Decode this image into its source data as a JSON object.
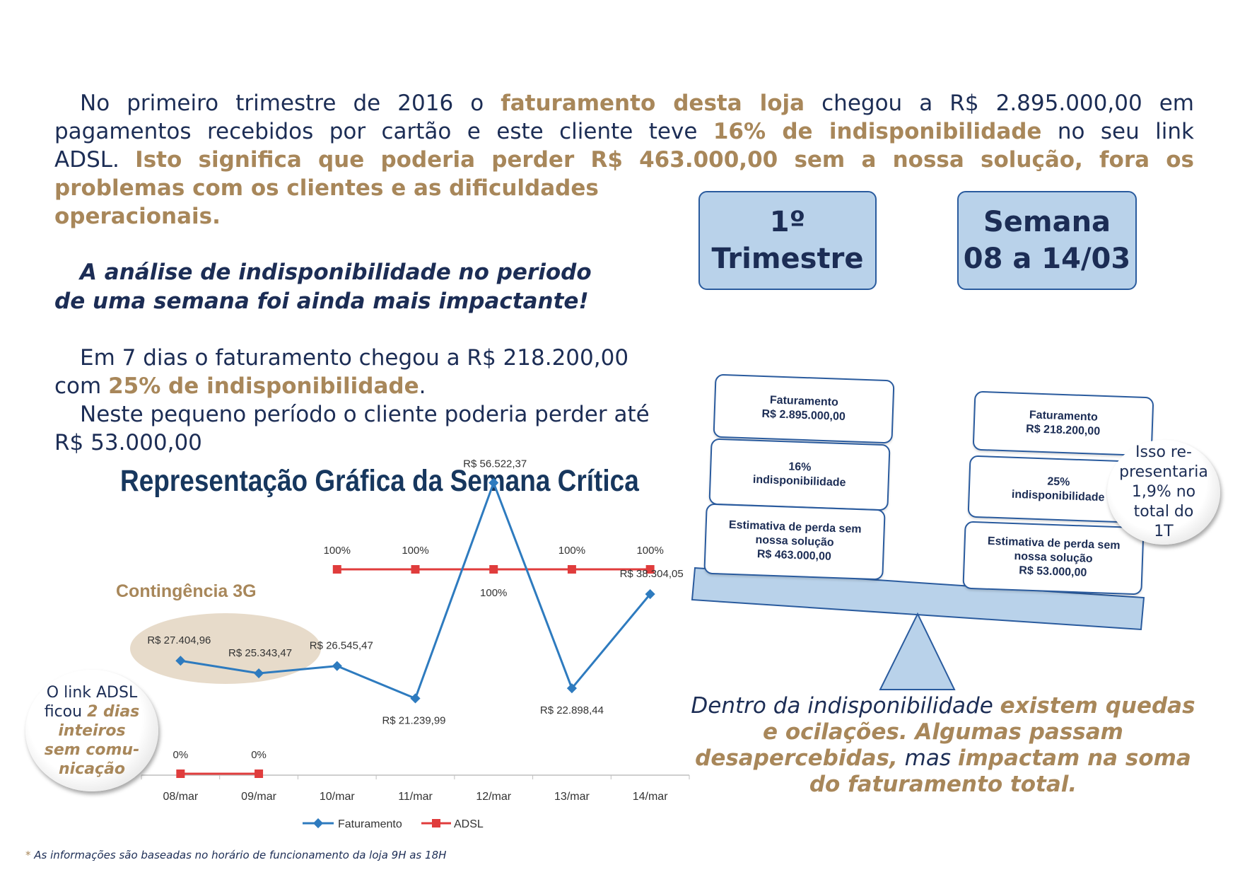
{
  "intro": {
    "l1a": "No primeiro trimestre de 2016 o ",
    "l1b": "faturamento desta loja",
    "l1c": " chegou a R$ 2.895.000,00 em",
    "l2a": "pagamentos recebidos por cartão e este cliente teve ",
    "l2b": "16% de indisponibilidade",
    "l2c": " no seu link",
    "l3a": "ADSL. ",
    "l3b": "Isto significa que poderia perder R$ 463.000,00 sem a nossa solução, fora os",
    "l4": "problemas com os clientes e as dificuldades",
    "l5": "operacionais."
  },
  "analysis": {
    "l1": "A análise de indisponibilidade no periodo",
    "l2": "de uma semana foi ainda mais impactante!"
  },
  "week": {
    "l1": "Em 7 dias o faturamento chegou a R$ 218.200,00",
    "l2a": "com ",
    "l2b": "25% de indisponibilidade",
    "l2c": ".",
    "l3": "Neste pequeno período o cliente poderia perder até",
    "l4": "R$ 53.000,00"
  },
  "boxes": {
    "trimestre": [
      "1º",
      "Trimestre"
    ],
    "semana": [
      "Semana",
      "08 a 14/03"
    ]
  },
  "scale": {
    "left": [
      [
        "Faturamento",
        "R$ 2.895.000,00"
      ],
      [
        "16%",
        "indisponibilidade"
      ],
      [
        "Estimativa  de perda sem",
        "nossa solução",
        "R$ 463.000,00"
      ]
    ],
    "right": [
      [
        "Faturamento",
        "R$ 218.200,00"
      ],
      [
        "25%",
        "indisponibilidade"
      ],
      [
        "Estimativa  de perda sem",
        "nossa solução",
        "R$ 53.000,00"
      ]
    ]
  },
  "bubble_right": [
    "Isso re-",
    "presentaria",
    "1,9% no",
    "total do",
    "1T"
  ],
  "bubble_left": {
    "l1": "O link ADSL",
    "l2a": "ficou ",
    "l2b": "2 dias",
    "l3": "inteiros",
    "l4": "sem comu-",
    "l5": "nicação"
  },
  "contingencia": "Contingência 3G",
  "chart_title": "Representação  Gráfica da Semana Crítica",
  "chart_data": {
    "type": "line",
    "categories": [
      "08/mar",
      "09/mar",
      "10/mar",
      "11/mar",
      "12/mar",
      "13/mar",
      "14/mar"
    ],
    "series": [
      {
        "name": "Faturamento",
        "color": "#2e7bbf",
        "values": [
          27404.96,
          25343.47,
          26545.47,
          21239.99,
          56522.37,
          22898.44,
          38304.05
        ],
        "labels": [
          "R$ 27.404,96",
          "R$ 25.343,47",
          "R$ 26.545,47",
          "R$ 21.239,99",
          "R$ 56.522,37",
          "R$ 22.898,44",
          "R$ 38.304,05"
        ]
      },
      {
        "name": "ADSL",
        "color": "#e03c3c",
        "values": [
          0,
          0,
          100,
          100,
          100,
          100,
          100
        ],
        "labels": [
          "0%",
          "0%",
          "100%",
          "100%",
          "100%",
          "100%",
          "100%"
        ]
      }
    ],
    "legend": "bottom"
  },
  "bottom": {
    "a": "Dentro da indisponibilidade ",
    "b": "existem quedas",
    "c": "e ocilações. Algumas passam",
    "d": "desapercebidas,",
    "e": " mas ",
    "f": "impactam na soma",
    "g": "do faturamento total."
  },
  "footnote": {
    "ast": "*",
    "text": " As informações são baseadas no horário de funcionamento da loja 9H as 18H"
  }
}
